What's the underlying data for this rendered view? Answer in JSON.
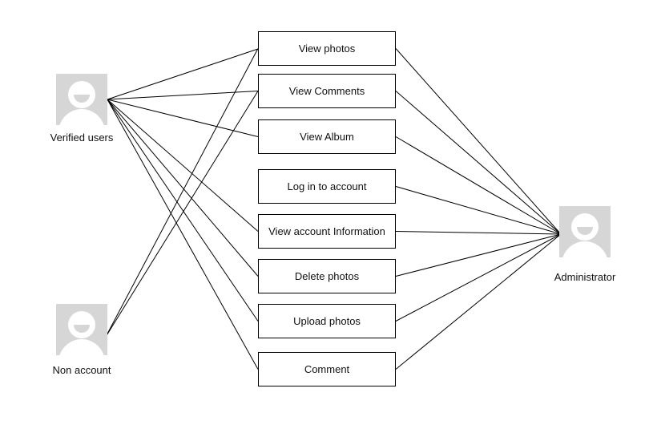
{
  "actors": {
    "verified": {
      "label": "Verified users",
      "icon": "user-avatar-icon"
    },
    "non_account": {
      "label": "Non account",
      "icon": "user-avatar-icon"
    },
    "administrator": {
      "label": "Administrator",
      "icon": "user-avatar-icon"
    }
  },
  "use_cases": [
    {
      "id": "view_photos",
      "label": "View photos"
    },
    {
      "id": "view_comments",
      "label": "View Comments"
    },
    {
      "id": "view_album",
      "label": "View Album"
    },
    {
      "id": "log_in",
      "label": "Log in to account"
    },
    {
      "id": "view_account_info",
      "label": "View account Information"
    },
    {
      "id": "delete_photos",
      "label": "Delete photos"
    },
    {
      "id": "upload_photos",
      "label": "Upload photos"
    },
    {
      "id": "comment",
      "label": "Comment"
    }
  ],
  "associations": [
    {
      "actor": "verified",
      "use_case": "view_photos"
    },
    {
      "actor": "verified",
      "use_case": "view_comments"
    },
    {
      "actor": "verified",
      "use_case": "view_album"
    },
    {
      "actor": "verified",
      "use_case": "view_account_info"
    },
    {
      "actor": "verified",
      "use_case": "delete_photos"
    },
    {
      "actor": "verified",
      "use_case": "upload_photos"
    },
    {
      "actor": "verified",
      "use_case": "comment"
    },
    {
      "actor": "non_account",
      "use_case": "view_photos"
    },
    {
      "actor": "non_account",
      "use_case": "view_comments"
    },
    {
      "actor": "administrator",
      "use_case": "view_photos"
    },
    {
      "actor": "administrator",
      "use_case": "view_comments"
    },
    {
      "actor": "administrator",
      "use_case": "view_album"
    },
    {
      "actor": "administrator",
      "use_case": "log_in"
    },
    {
      "actor": "administrator",
      "use_case": "view_account_info"
    },
    {
      "actor": "administrator",
      "use_case": "delete_photos"
    },
    {
      "actor": "administrator",
      "use_case": "upload_photos"
    },
    {
      "actor": "administrator",
      "use_case": "comment"
    }
  ],
  "colors": {
    "line": "#000000",
    "box_border": "#000000",
    "avatar_bg": "#d6d6d6",
    "avatar_fg": "#ffffff"
  }
}
